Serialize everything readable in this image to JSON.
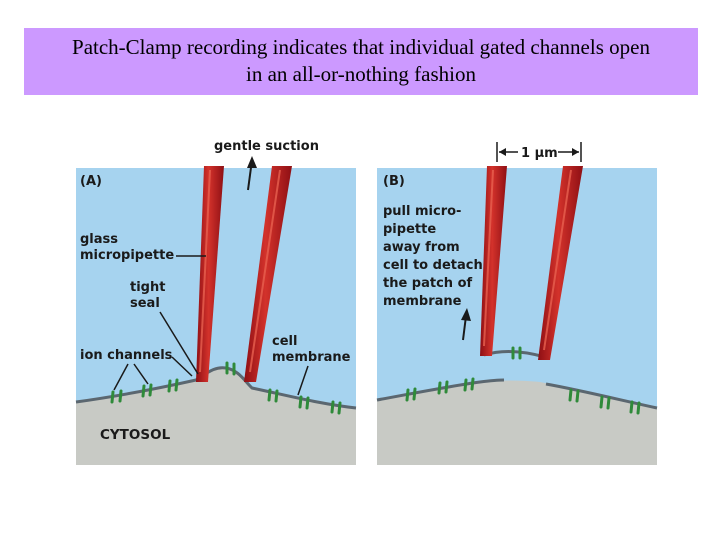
{
  "title": {
    "line1": "Patch-Clamp recording indicates that individual gated channels open",
    "line2": "in an all-or-nothing fashion"
  },
  "labels": {
    "gentle_suction": "gentle suction",
    "panel_a": "(A)",
    "panel_b": "(B)",
    "glass_micropipette": [
      "glass",
      "micropipette"
    ],
    "tight_seal": [
      "tight",
      "seal"
    ],
    "ion_channels": "ion channels",
    "cell_membrane": [
      "cell",
      "membrane"
    ],
    "cytosol": "CYTOSOL",
    "scale": "1 μm",
    "pull_instruction": [
      "pull micro-",
      "pipette",
      "away from",
      "cell to detach",
      "the patch of",
      "membrane"
    ]
  },
  "colors": {
    "title_bg": "#cc99ff",
    "medium": "#a6d3ef",
    "cytosol": "#c8cac5",
    "pipette": "#b7161b",
    "pipette_highlight": "#e04a3c",
    "membrane": "#5b6770",
    "ion_channel": "#2f8a3a"
  }
}
